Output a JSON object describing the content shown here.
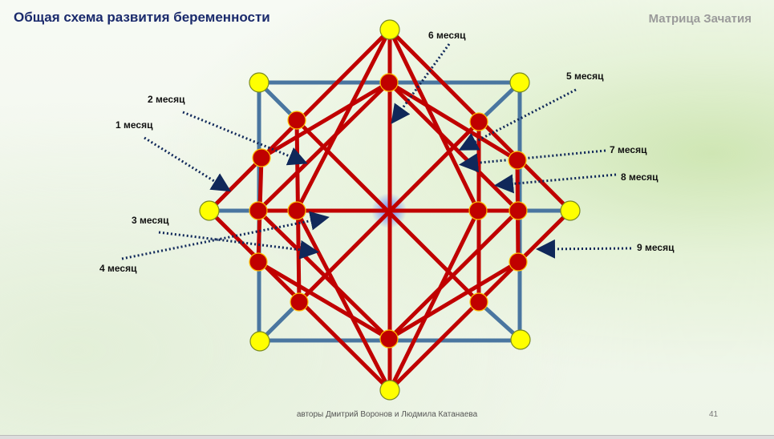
{
  "header": {
    "title": "Общая схема развития беременности",
    "brand": "Матрица Зачатия"
  },
  "labels": {
    "m1": "1 месяц",
    "m2": "2 месяц",
    "m3": "3 месяц",
    "m4": "4 месяц",
    "m5": "5 месяц",
    "m6": "6 месяц",
    "m7": "7 месяц",
    "m8": "8 месяц",
    "m9": "9 месяц"
  },
  "footer": {
    "authors": "авторы Дмитрий Воронов и Людмила Катанаева",
    "page": "41"
  },
  "colors": {
    "red": "#c00000",
    "blue": "#4a76a0",
    "yellow": "#ffff00",
    "navy": "#1a2a6c"
  }
}
